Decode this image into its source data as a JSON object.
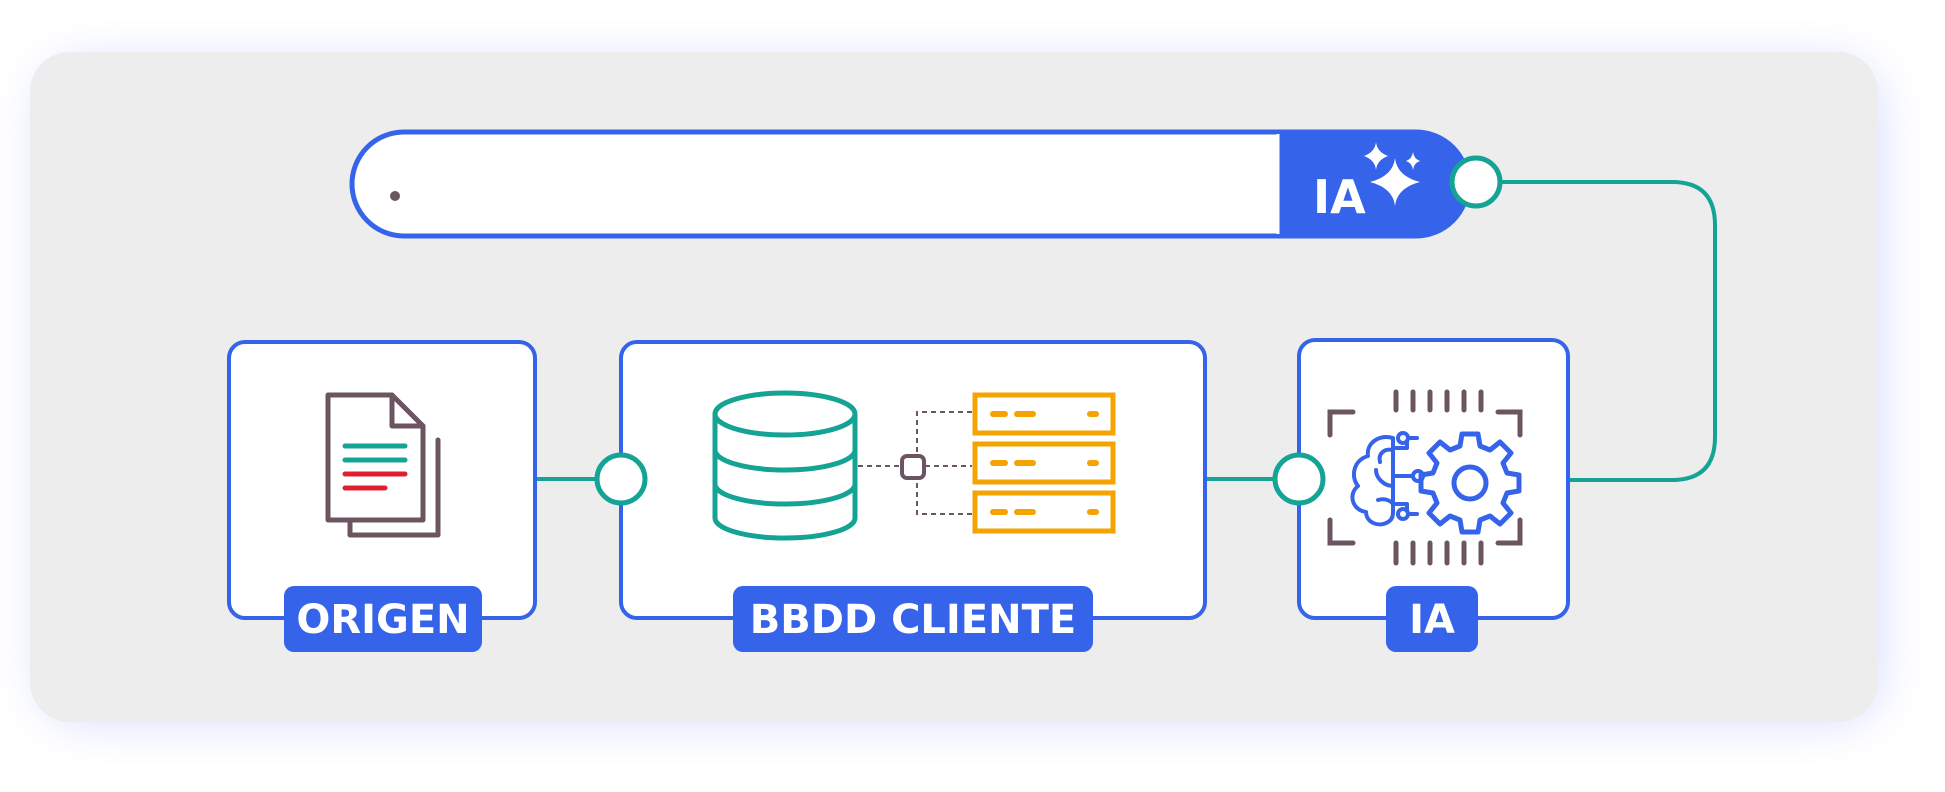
{
  "search_bar": {
    "placeholder": "",
    "ai_button_label": "IA",
    "ai_icon": "sparkles-icon"
  },
  "nodes": [
    {
      "id": "origen",
      "label": "ORIGEN",
      "icon": "document-icon"
    },
    {
      "id": "bbdd",
      "label": "BBDD CLIENTE",
      "icon": "database-server-icon"
    },
    {
      "id": "ia",
      "label": "IA",
      "icon": "ai-brain-gear-icon"
    }
  ],
  "colors": {
    "panel_bg": "#EDEDED",
    "glow": "#C9D2FF",
    "primary_blue": "#3563E9",
    "teal": "#14A394",
    "orange": "#F5A300",
    "icon_dark": "#6B5560",
    "red": "#E0202F"
  }
}
